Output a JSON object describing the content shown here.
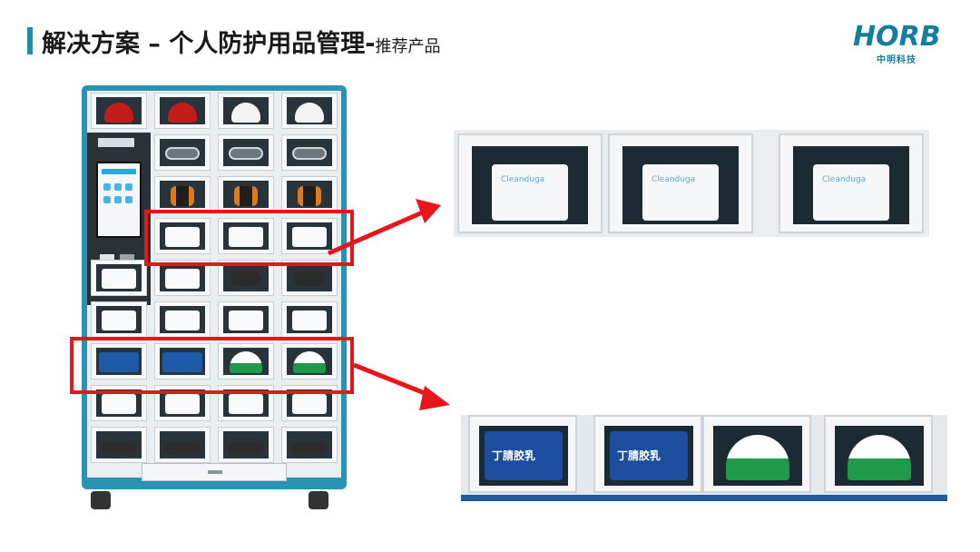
{
  "header": {
    "title_main": "解决方案 – 个人防护用品管理-",
    "title_sub": "推荐产品"
  },
  "logo": {
    "mark_text": "HORB",
    "subtitle": "中明科技"
  },
  "cabinet": {
    "rows": [
      [
        "helmet-red",
        "helmet-red",
        "helmet-white",
        "helmet-white"
      ],
      [
        "screen",
        "goggles",
        "goggles",
        "goggles"
      ],
      [
        "screen",
        "boots",
        "boots",
        "boots"
      ],
      [
        "screen",
        "pack-white",
        "pack-white",
        "pack-white"
      ],
      [
        "pack-white",
        "pack-white",
        "mask-black",
        "mask-black"
      ],
      [
        "pack-white",
        "pack-white",
        "pack-white",
        "pack-white"
      ],
      [
        "pack-blue",
        "pack-blue",
        "cap-green",
        "cap-green"
      ],
      [
        "pack-white",
        "pack-white",
        "pack-white",
        "pack-white"
      ],
      [
        "shoes",
        "shoes",
        "shoes",
        "shoes"
      ]
    ]
  },
  "zoom_top": {
    "brand": "Cleanduga",
    "cells": 3
  },
  "zoom_bottom": {
    "bag_label": "丁腈胶乳",
    "cells": [
      "bag",
      "bag",
      "cap",
      "cap"
    ]
  },
  "colors": {
    "accent": "#1a8fa6",
    "cabinet": "#2a93b3",
    "highlight": "#e8161b"
  }
}
